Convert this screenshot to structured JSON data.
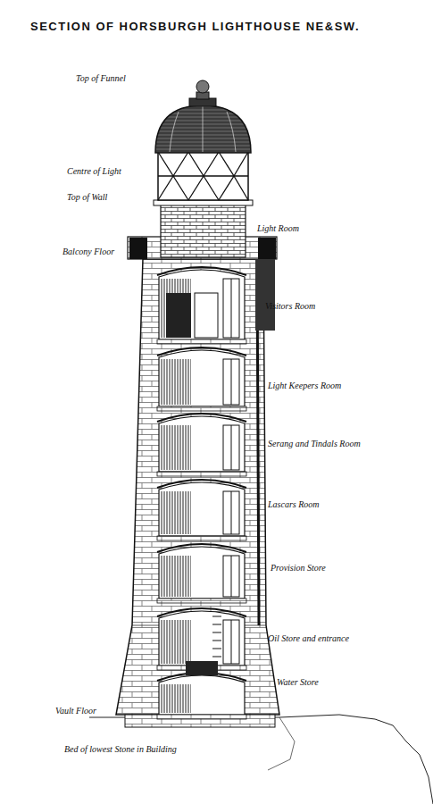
{
  "diagram": {
    "title": "SECTION OF HORSBURGH LIGHTHOUSE NE&SW.",
    "labels": [
      "Top of Funnel",
      "Centre of Light",
      "Top of Wall",
      "Balcony Floor",
      "Vault Floor",
      "Bed of lowest Stone in Building",
      "Light Room",
      "Visitors Room",
      "Light Keepers Room",
      "Serang and Tindals Room",
      "Lascars Room",
      "Provision Store",
      "Oil Store and entrance",
      "Water Store"
    ]
  }
}
